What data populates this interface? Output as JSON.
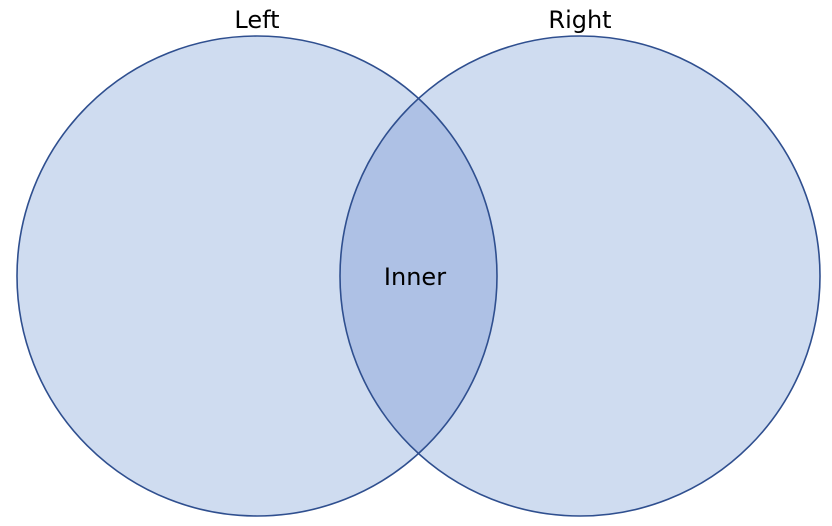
{
  "diagram": {
    "type": "venn",
    "sets": {
      "left": {
        "label": "Left"
      },
      "right": {
        "label": "Right"
      }
    },
    "intersection": {
      "label": "Inner"
    },
    "colors": {
      "circle_fill": "#cfdcf0",
      "intersection_fill": "#aec1e5",
      "stroke": "#2f4f8f"
    }
  }
}
